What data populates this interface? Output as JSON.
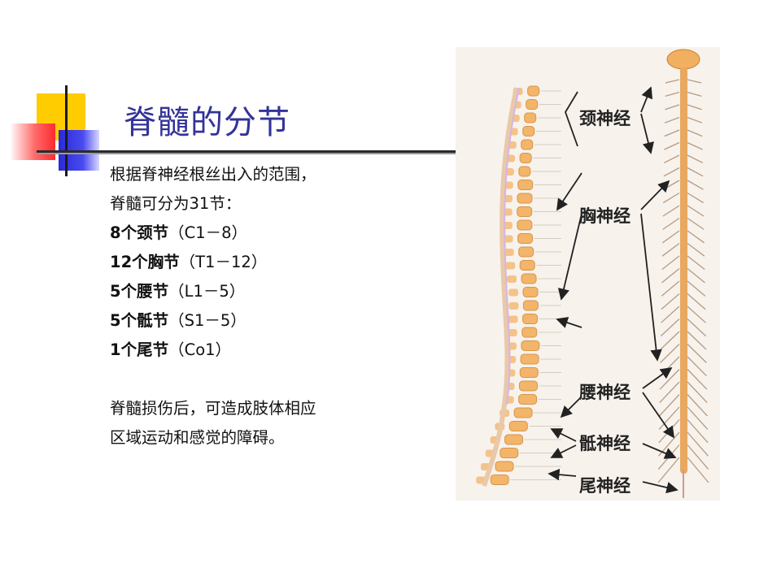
{
  "title": "脊髓的分节",
  "intro": [
    "根据脊神经根丝出入的范围，",
    "脊髓可分为31节："
  ],
  "segments": [
    {
      "bold": "8个颈节",
      "range": "（C1－8）"
    },
    {
      "bold": "12个胸节",
      "range": "（T1－12）"
    },
    {
      "bold": "5个腰节",
      "range": "（L1－5）"
    },
    {
      "bold": "5个骶节",
      "range": "（S1－5）"
    },
    {
      "bold": "1个尾节",
      "range": "（Co1）"
    }
  ],
  "conclusion": [
    "脊髓损伤后，可造成肢体相应",
    "区域运动和感觉的障碍。"
  ],
  "figure_labels": {
    "cervical": "颈神经",
    "thoracic": "胸神经",
    "lumbar": "腰神经",
    "sacral": "骶神经",
    "coccygeal": "尾神经"
  },
  "colors": {
    "title": "#333399",
    "accent_yellow": "#ffcc00",
    "accent_red": "#ff2b2b",
    "accent_blue": "#2a2ad8"
  }
}
